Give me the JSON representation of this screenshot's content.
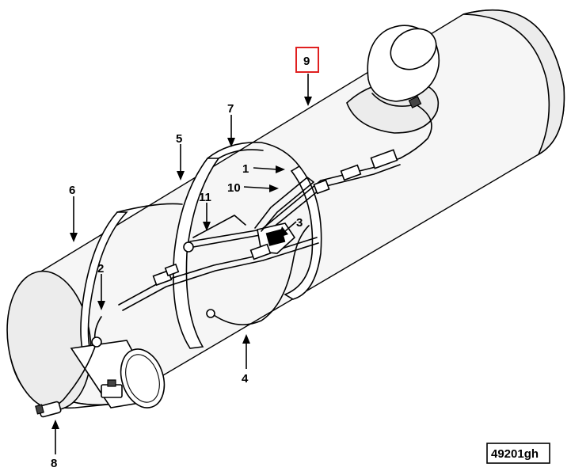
{
  "reference_code": "49201gh",
  "callouts": [
    {
      "id": "1",
      "label": "1"
    },
    {
      "id": "2",
      "label": "2"
    },
    {
      "id": "3",
      "label": "3"
    },
    {
      "id": "4",
      "label": "4"
    },
    {
      "id": "5",
      "label": "5"
    },
    {
      "id": "6",
      "label": "6"
    },
    {
      "id": "7",
      "label": "7"
    },
    {
      "id": "8",
      "label": "8"
    },
    {
      "id": "9",
      "label": "9"
    },
    {
      "id": "10",
      "label": "10"
    },
    {
      "id": "11",
      "label": "11"
    }
  ],
  "highlight": {
    "callout": "9",
    "color": "#e02020"
  }
}
